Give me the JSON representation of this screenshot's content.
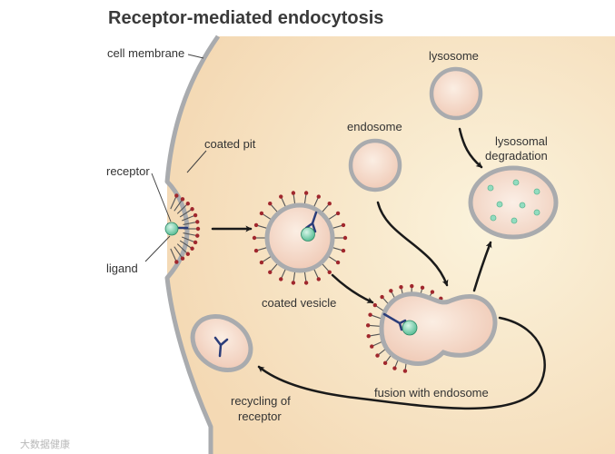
{
  "title": "Receptor-mediated endocytosis",
  "labels": {
    "cell_membrane": "cell membrane",
    "coated_pit": "coated pit",
    "receptor": "receptor",
    "ligand": "ligand",
    "coated_vesicle": "coated vesicle",
    "endosome": "endosome",
    "lysosome": "lysosome",
    "lysosomal_line1": "lysosomal",
    "lysosomal_line2": "degradation",
    "fusion": "fusion with endosome",
    "recycling_line1": "recycling of",
    "recycling_line2": "receptor"
  },
  "watermark": "大数据健康",
  "colors": {
    "cytoplasm": "#f7e4c3",
    "membrane": "#a9abae",
    "vesicle_fill": "#f3d7c7",
    "spike": "#a0272d",
    "receptor": "#2b3d7a",
    "ligand": "#7fd3b5",
    "arrow": "#1a1a1a"
  }
}
